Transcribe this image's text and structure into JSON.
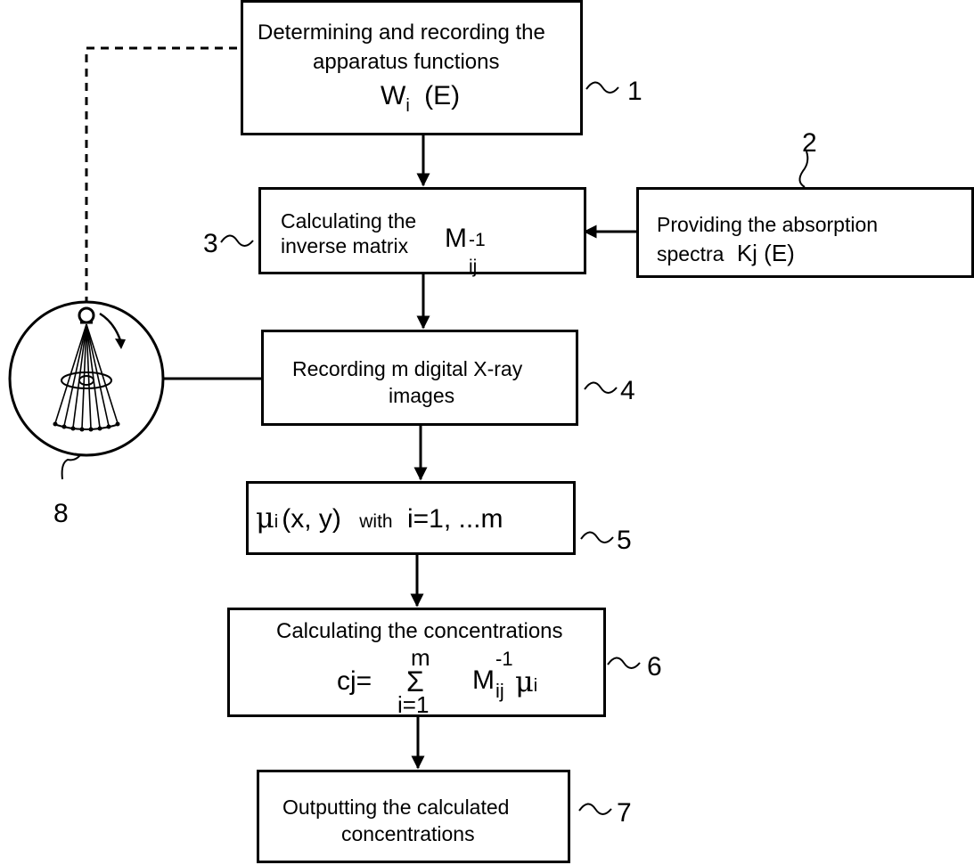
{
  "steps": {
    "s1": {
      "line1": "Determining and recording the",
      "line2": "apparatus functions",
      "sym": "W",
      "sub": "i",
      "arg": "(E)",
      "ref": "1"
    },
    "s2": {
      "line1": "Providing the absorption",
      "line2": "spectra",
      "expr": "Kj (E)",
      "ref": "2"
    },
    "s3": {
      "line1": "Calculating the",
      "line2": "inverse matrix",
      "sym": "M",
      "sub": "ij",
      "sup": "-1",
      "ref": "3"
    },
    "s4": {
      "line1": "Recording m digital X-ray",
      "line2": "images",
      "ref": "4"
    },
    "s5": {
      "mu": "μ",
      "sub": "i",
      "args": "(x, y)",
      "with": "with",
      "range": "i=1, ...m",
      "ref": "5"
    },
    "s6": {
      "title": "Calculating the concentrations",
      "lhs": "cj=",
      "sum": "Σ",
      "upper": "m",
      "lower": "i=1",
      "sym": "M",
      "sub": "ij",
      "sup": "-1",
      "mu": "μ",
      "musub": "i",
      "ref": "6"
    },
    "s7": {
      "line1": "Outputting the calculated",
      "line2": "concentrations",
      "ref": "7"
    },
    "device": {
      "ref": "8"
    }
  }
}
